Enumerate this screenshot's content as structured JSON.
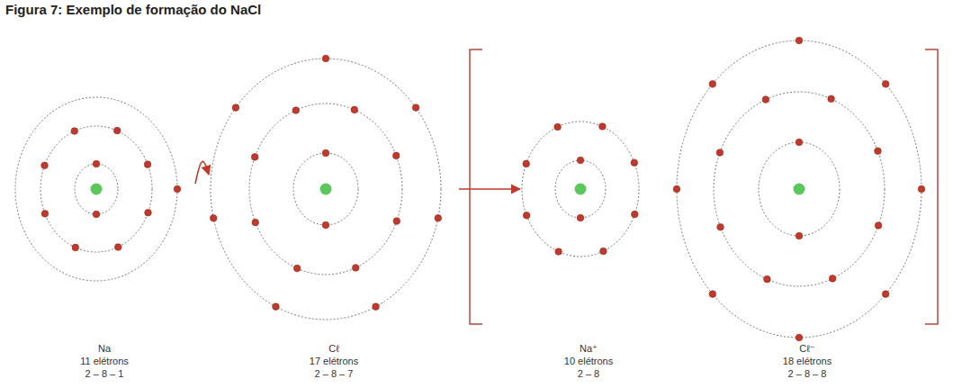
{
  "diagram": {
    "title": "Figura 7: Exemplo de formação do NaCl",
    "nodes": [
      {
        "text": [
          "Na",
          "11 elétrons",
          "2 – 8 – 1"
        ]
      },
      {
        "text": [
          "Cℓ",
          "17 elétrons",
          "2 – 8 – 7"
        ]
      },
      {
        "text": [
          "Na⁺",
          "10 elétrons",
          "2 – 8"
        ]
      },
      {
        "text": [
          "Cℓ⁻",
          "18 elétrons",
          "2 – 8 – 8"
        ]
      }
    ],
    "edges": [
      {
        "from": 0,
        "to": 1,
        "arrow": "to"
      },
      {
        "from": 1,
        "to": 2,
        "arrow": "to"
      }
    ]
  }
}
